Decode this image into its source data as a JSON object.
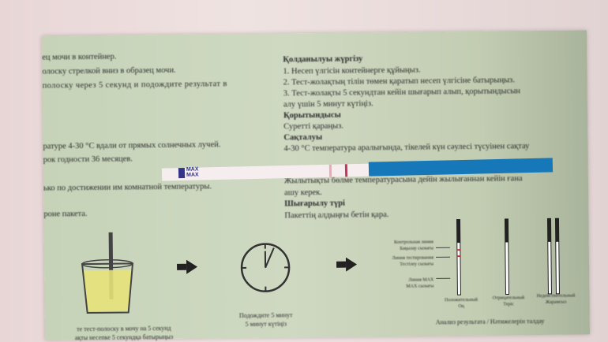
{
  "left_column": {
    "lines": [
      "ец мочи в контейнер.",
      "олоску стрелкой вниз в образец мочи.",
      "полоску через 5 секунд и подождите результат в",
      "ратуре 4-30 °С вдали от прямых солнечных лучей.",
      "рок годности 36 месяцев.",
      "ько по достижении им комнатной температуры.",
      "роне пакета."
    ]
  },
  "right_column": {
    "heading_use": "Қолданылуы жүргізу",
    "use_steps": [
      "1. Несеп үлгісін контейнерге құйыңыз.",
      "2. Тест-жолақтың тілін төмен қаратып несеп үлгісіне батырыңыз.",
      "3. Тест-жолақты 5 секундтан кейін шығарып алып, қорытындысын",
      "алу үшін 5 минут күтіңіз."
    ],
    "heading_results": "Қорытындысы",
    "results_text": "Суретті қараңыз.",
    "heading_storage": "Сақталуы",
    "storage_text": "4-30 °С температура аралығында, тікелей күн сәулесі түсуінен сақтау",
    "storage_text2": "Жылытықты бөлме температурасына дейін жылығаннан кейін ғана",
    "storage_text3": "ашу керек.",
    "heading_release": "Шығарылу түрі",
    "release_text": "Пакеттің алдыңғы бетін қара."
  },
  "strip": {
    "label": "MAX",
    "label2": "MAX"
  },
  "steps": {
    "step1": [
      "те тест-полоску в мочу на 5 секунд",
      "ақты несепке 5 секундқа батырыңыз"
    ],
    "step2": [
      "Подождите 5 минут",
      "5 минут күтіңіз"
    ],
    "step3_labels": [
      "Контрольная линия",
      "Бақылау сызығы",
      "Линия тестирования",
      "Тестілеу сызығы",
      "Линия MAX",
      "MAX сызығы"
    ],
    "results": [
      "Положительный",
      "Оң",
      "Отрицательный",
      "Теріс",
      "Недействительный",
      "Жарамсыз"
    ],
    "caption": "Анализ результата / Нәтижелерін талдау"
  },
  "colors": {
    "leaflet": "#c9d4b9",
    "strip_blue": "#1678b8",
    "urine": "#e6e27a"
  }
}
